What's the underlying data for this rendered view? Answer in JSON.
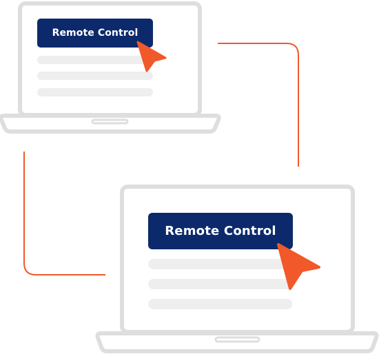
{
  "scene": {
    "colors": {
      "outline": "#dedede",
      "placeholder": "#eeeeee",
      "button": "#0c2a6b",
      "button_text": "#ffffff",
      "cursor": "#f1582a",
      "connector": "#f1582a"
    },
    "laptop_top": {
      "button_label": "Remote Control",
      "cursor_icon": "pointer-arrow"
    },
    "laptop_bottom": {
      "button_label": "Remote Control",
      "cursor_icon": "pointer-arrow"
    }
  }
}
